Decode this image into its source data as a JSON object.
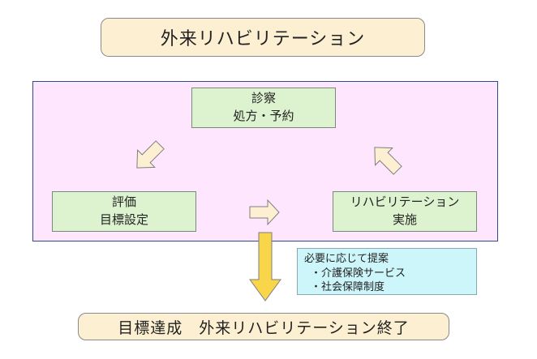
{
  "title": "外来リハビリテーション",
  "cycle": {
    "node_shinsatsu": {
      "line1": "診察",
      "line2": "処方・予約"
    },
    "node_hyouka": {
      "line1": "評価",
      "line2": "目標設定"
    },
    "node_reha": {
      "line1": "リハビリテーション",
      "line2": "実施"
    }
  },
  "note": {
    "heading": "必要に応じて提案",
    "items": [
      "・介護保険サービス",
      "・社会保障制度"
    ]
  },
  "goal": "目標達成　外来リハビリテーション終了",
  "colors": {
    "title_fill": "#fdf0d2",
    "cycle_fill": "#ffe6ff",
    "node_fill": "#ddf3cf",
    "note_fill": "#cdf6fb",
    "small_arrow_fill": "#fdf0d2",
    "big_arrow_fill": "#f9d54a"
  }
}
